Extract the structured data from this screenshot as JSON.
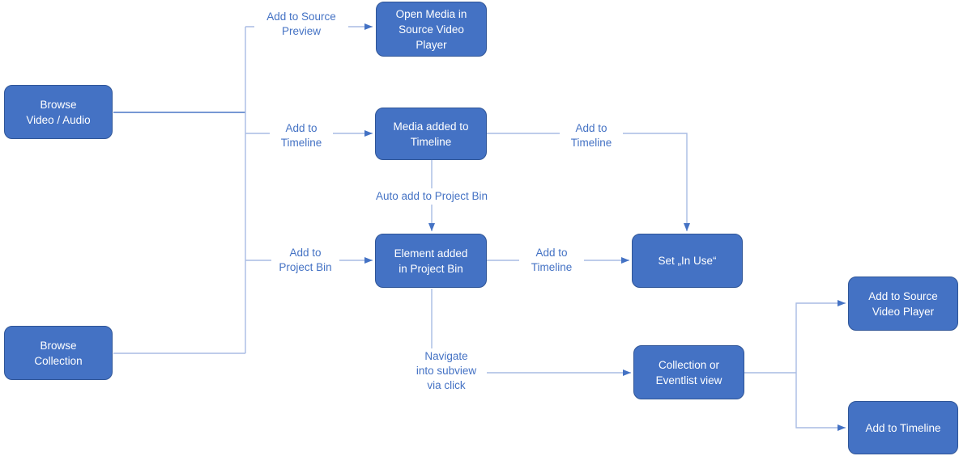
{
  "colors": {
    "node_fill": "#4472C4",
    "node_border": "#2F5597",
    "node_text": "#FFFFFF",
    "connector_light": "#A9BCE3",
    "connector_dark": "#4A77C6",
    "arrowhead": "#4472C4",
    "edge_label_text": "#4472C4",
    "background": "#FFFFFF"
  },
  "nodes": {
    "browse_video": "Browse\nVideo / Audio",
    "browse_collection": "Browse\nCollection",
    "open_media": "Open Media in\nSource Video\nPlayer",
    "media_added": "Media added to\nTimeline",
    "element_added": "Element added\nin Project Bin",
    "set_in_use": "Set „In Use“",
    "collection_view": "Collection or\nEventlist view",
    "add_source_player": "Add to Source\nVideo Player",
    "add_timeline": "Add to Timeline"
  },
  "edge_labels": {
    "source_preview": "Add to Source\nPreview",
    "timeline_top": "Add to\nTimeline",
    "timeline_media": "Add to\nTimeline",
    "auto_add": "Auto add to Project Bin",
    "project_bin": "Add to\nProject Bin",
    "timeline_element": "Add to\nTimeline",
    "navigate": "Navigate\ninto subview\nvia click"
  }
}
